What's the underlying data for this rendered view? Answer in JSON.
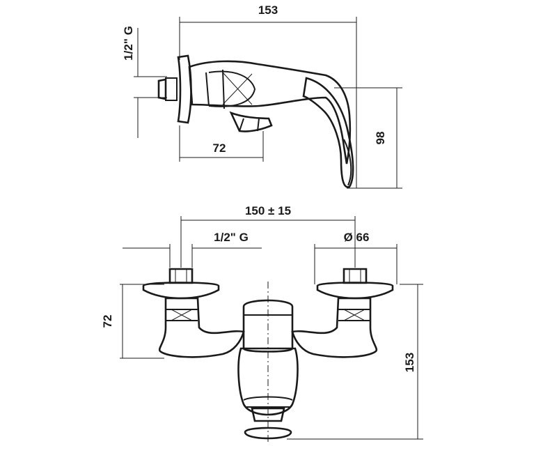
{
  "side_view": {
    "width_dim": "153",
    "inlet_thread": "1/2\" G",
    "spout_reach": "72",
    "height_dim": "98"
  },
  "front_view": {
    "center_distance": "150 ± 15",
    "inlet_thread": "1/2\" G",
    "handle_diameter": "Ø 66",
    "left_height": "72",
    "total_height": "153"
  },
  "colors": {
    "ink": "#1a1a1a",
    "paper": "#ffffff"
  }
}
